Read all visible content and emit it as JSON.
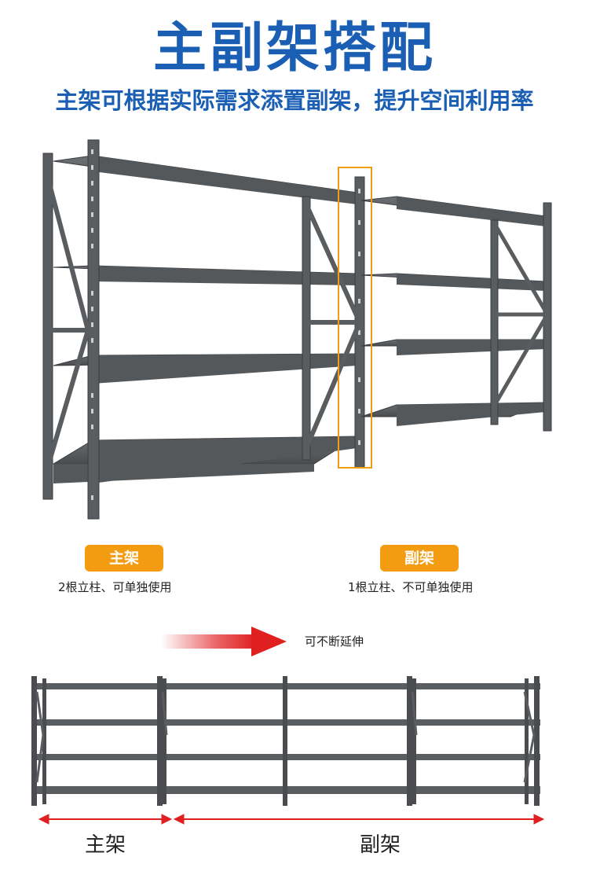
{
  "header": {
    "title": "主副架搭配",
    "subtitle": "主架可根据实际需求添置副架，提升空间利用率"
  },
  "labels": {
    "main_badge": "主架",
    "main_desc": "2根立柱、可单独使用",
    "sub_badge": "副架",
    "sub_desc": "1根立柱、不可单独使用"
  },
  "extend": {
    "text": "可不断延伸"
  },
  "bottom": {
    "main_label": "主架",
    "sub_label": "副架"
  },
  "colors": {
    "title_blue": "#1a5fb4",
    "badge_orange": "#f39c12",
    "highlight_orange": "#f39c12",
    "arrow_red": "#e02020",
    "rack_gray": "#5a5d60"
  }
}
